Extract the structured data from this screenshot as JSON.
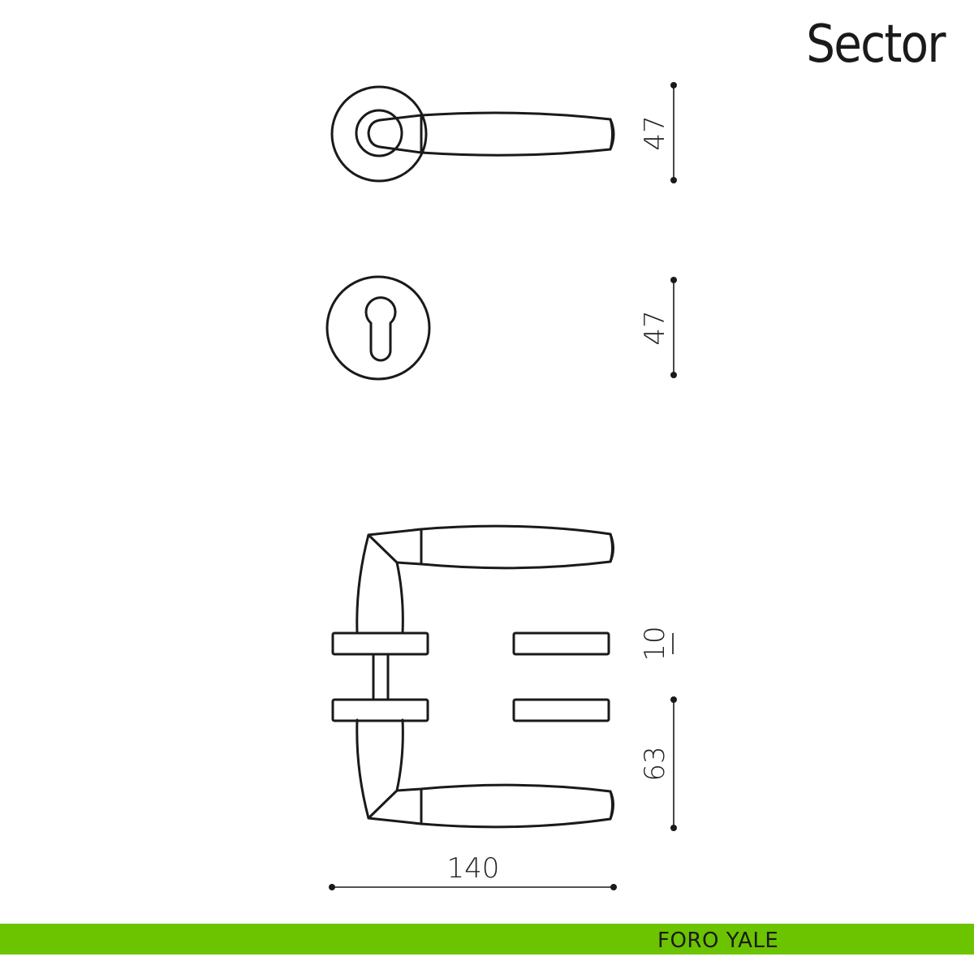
{
  "title": "Sector",
  "dimensions": {
    "handle_rose_height": "47",
    "escutcheon_height": "47",
    "rose_thickness": "10",
    "lever_height": "63",
    "lever_length": "140"
  },
  "footer": {
    "label": "FORO YALE",
    "color": "#6cc300"
  }
}
